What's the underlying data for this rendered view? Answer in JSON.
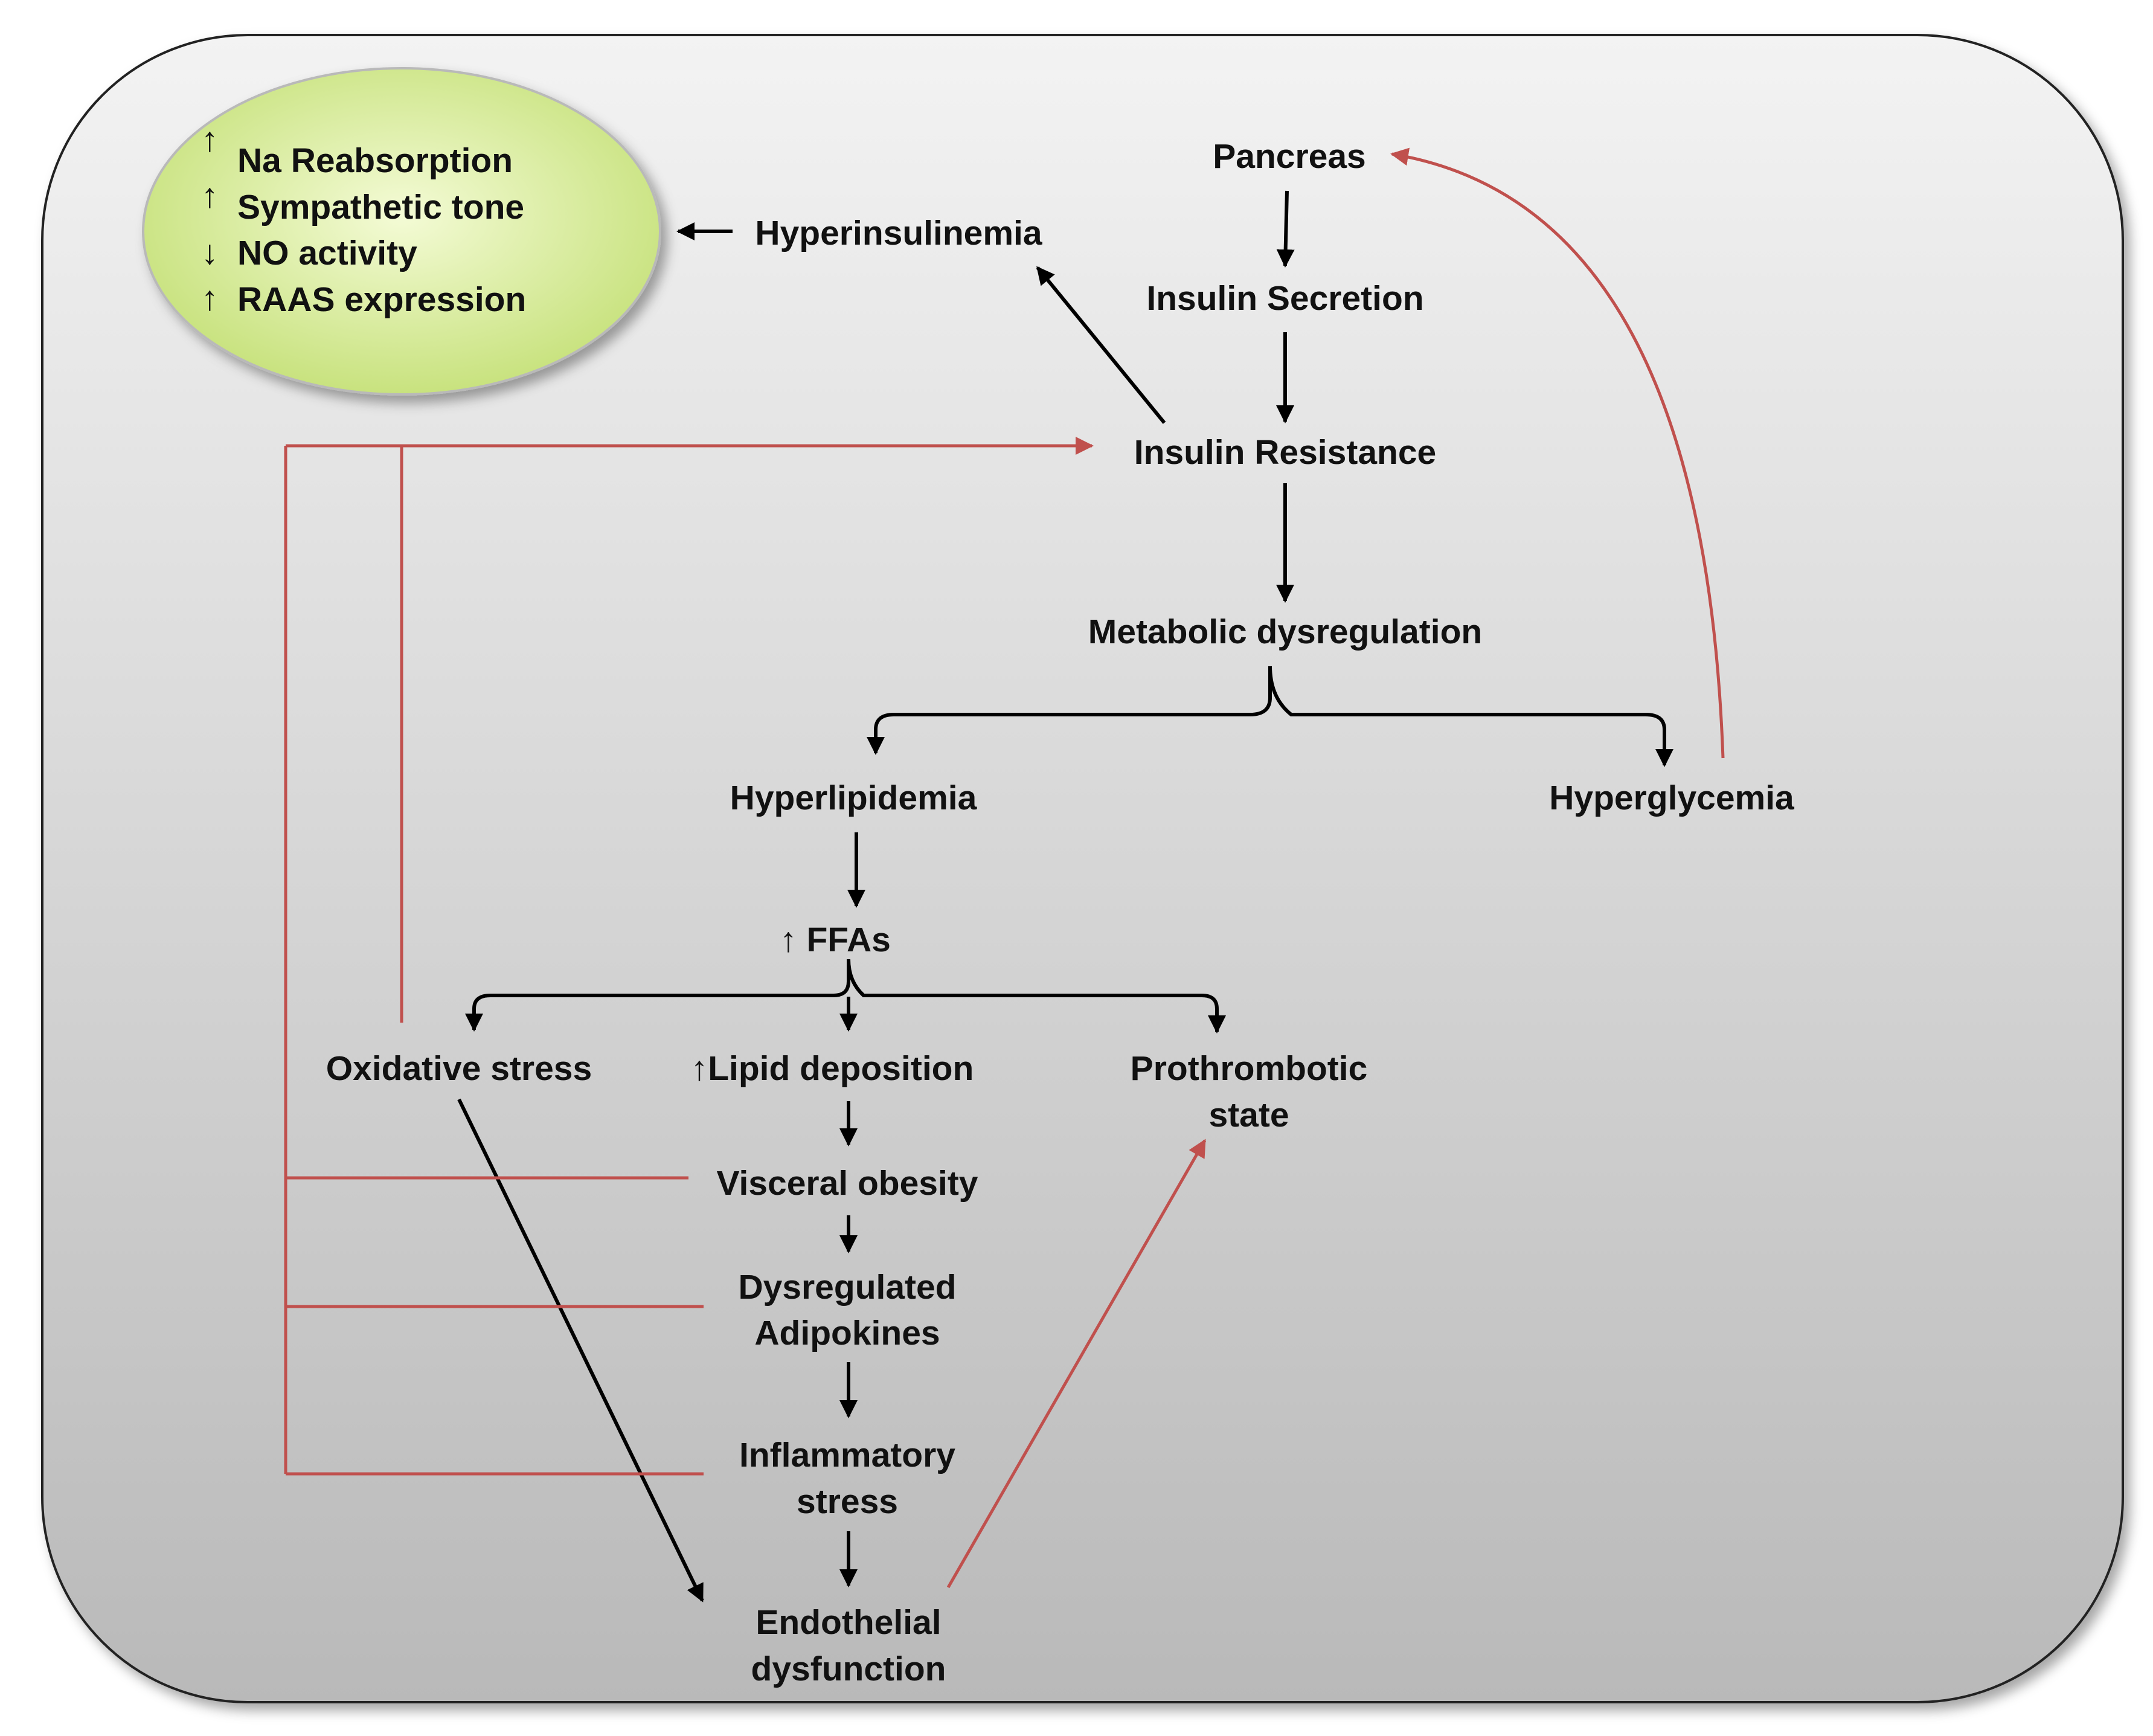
{
  "colors": {
    "frame_gradient_top": "#f3f3f3",
    "frame_gradient_bottom": "#b9b9b9",
    "ellipse_fill_light": "#f4fbd6",
    "ellipse_fill_dark": "#c4e076",
    "black_connector": "#000000",
    "red_connector": "#c0504d"
  },
  "effects_box": {
    "lines": [
      {
        "arrow": "↑",
        "text": "Na Reabsorption"
      },
      {
        "arrow": "↑",
        "text": "Sympathetic tone"
      },
      {
        "arrow": "↓",
        "text": "NO activity"
      },
      {
        "arrow": "↑",
        "text": "RAAS expression"
      }
    ]
  },
  "nodes": {
    "pancreas": "Pancreas",
    "hyperinsulinemia": "Hyperinsulinemia",
    "insulin_secretion": "Insulin Secretion",
    "insulin_resistance": "Insulin Resistance",
    "metabolic_dysregulation": "Metabolic dysregulation",
    "hyperlipidemia": "Hyperlipidemia",
    "hyperglycemia": "Hyperglycemia",
    "ffas": "↑ FFAs",
    "oxidative_stress": "Oxidative stress",
    "lipid_deposition": "↑Lipid deposition",
    "prothrombotic_line1": "Prothrombotic",
    "prothrombotic_line2": "state",
    "visceral_obesity": "Visceral obesity",
    "adipokines_line1": "Dysregulated",
    "adipokines_line2": "Adipokines",
    "inflammatory_line1": "Inflammatory",
    "inflammatory_line2": "stress",
    "endothelial_line1": "Endothelial",
    "endothelial_line2": "dysfunction"
  }
}
